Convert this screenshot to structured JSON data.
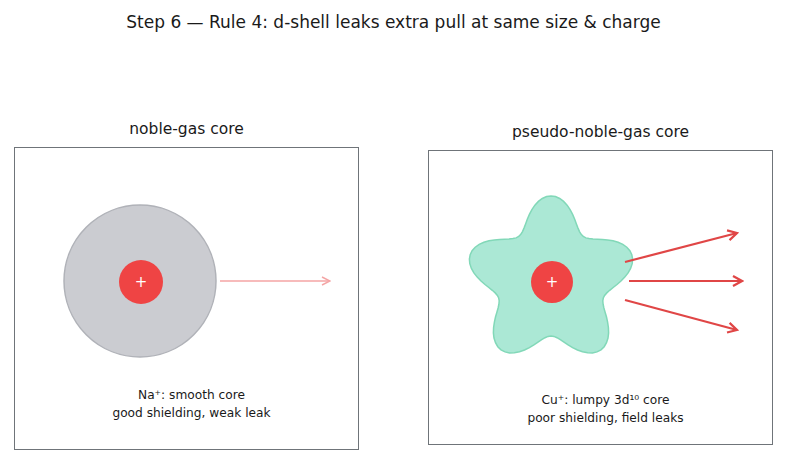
{
  "diagram": {
    "title": "Step 6 — Rule 4: d-shell leaks extra pull at same size & charge",
    "nodes": [
      {
        "text": [
          "noble-gas core",
          "Na⁺: smooth core good shielding, weak leak"
        ]
      },
      {
        "text": [
          "+"
        ],
        "in": 0
      },
      {
        "text": [
          "pseudo-noble-gas core",
          "Cu⁺: lumpy 3d¹⁰ core poor shielding, field leaks"
        ]
      },
      {
        "text": [
          "+"
        ],
        "in": 2
      }
    ]
  }
}
